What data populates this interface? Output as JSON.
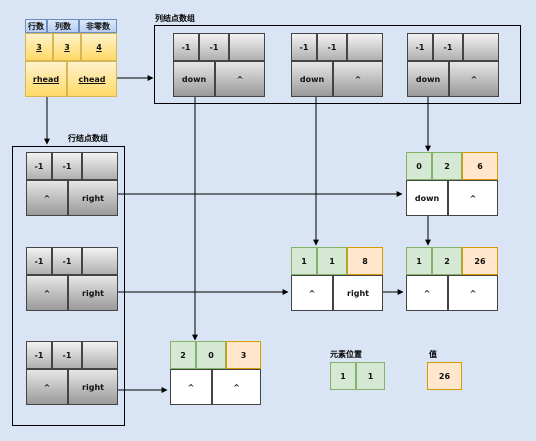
{
  "matrix_header": {
    "headers": [
      "行数",
      "列数",
      "非零数"
    ],
    "values": [
      "3",
      "3",
      "4"
    ],
    "pointers": [
      "rhead",
      "chead"
    ]
  },
  "col_array_title": "列结点数组",
  "row_array_title": "行结点数组",
  "col_heads": [
    {
      "top": [
        "-1",
        "-1",
        ""
      ],
      "bottom": [
        "down",
        "^"
      ]
    },
    {
      "top": [
        "-1",
        "-1",
        ""
      ],
      "bottom": [
        "down",
        "^"
      ]
    },
    {
      "top": [
        "-1",
        "-1",
        ""
      ],
      "bottom": [
        "down",
        "^"
      ]
    }
  ],
  "row_heads": [
    {
      "top": [
        "-1",
        "-1",
        ""
      ],
      "bottom": [
        "^",
        "right"
      ]
    },
    {
      "top": [
        "-1",
        "-1",
        ""
      ],
      "bottom": [
        "^",
        "right"
      ]
    },
    {
      "top": [
        "-1",
        "-1",
        ""
      ],
      "bottom": [
        "^",
        "right"
      ]
    }
  ],
  "nodes": [
    {
      "row": "0",
      "col": "2",
      "val": "6",
      "down": "down",
      "right": "^"
    },
    {
      "row": "1",
      "col": "1",
      "val": "8",
      "down": "^",
      "right": "right"
    },
    {
      "row": "1",
      "col": "2",
      "val": "26",
      "down": "^",
      "right": "^"
    },
    {
      "row": "2",
      "col": "0",
      "val": "3",
      "down": "^",
      "right": "^"
    }
  ],
  "legend": {
    "position_label": "元素位置",
    "position_values": [
      "1",
      "1"
    ],
    "value_label": "值",
    "value_value": "26"
  }
}
